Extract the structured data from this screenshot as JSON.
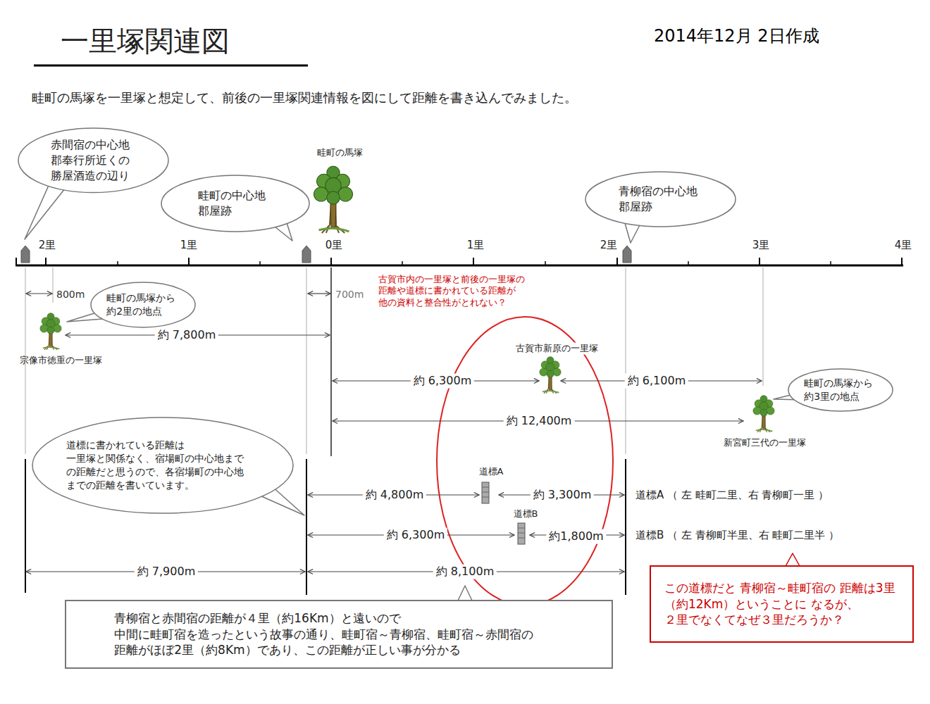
{
  "diagram": {
    "title": "一里塚関連図",
    "nodes": [
      {
        "text": [
          "赤間宿の中心地 郡奉行所近くの 勝屋酒造の辺り"
        ]
      },
      {
        "text": [
          "青柳宿の中心地 郡屋跡"
        ]
      },
      {
        "text": [
          "畦町の中心地 郡屋跡"
        ]
      },
      {
        "text": [
          "畦町の馬塚から 約2里の地点"
        ]
      },
      {
        "text": [
          "畦町の馬塚から 約3里の地点"
        ]
      },
      {
        "text": [
          "道標に書かれている距離は 一里塚と関係なく、宿場町の中心地まで の距離だと思うので、各宿場町の中心地 までの距離を書いています。"
        ]
      },
      {
        "text": [
          "この道標だと 青柳宿～畦町宿の 距離は3里（約12Km）ということに なるが、２里でなくてなぜ３里だろうか？"
        ]
      },
      {
        "text": [
          "青柳宿と赤間宿の距離が４里（約16Km）と遠いので 中間に畦町宿を造ったという故事の通り、畦町宿～青柳宿、畦町宿～赤間宿の 距離がほぼ2里（約8Km）であり、この距離が正しい事が分かる"
        ]
      }
    ],
    "labels": [
      "2014年12月 2日作成",
      "畦町の馬塚を一里塚と想定して、前後の一里塚関連情報を図にして距離を書き込んでみました。",
      "畦町の馬塚",
      "2里",
      "1里",
      "0里",
      "1里",
      "2里",
      "3里",
      "4里",
      "800m",
      "700m",
      "約 7,800m",
      "宗像市徳重の一里塚",
      "古賀市内の一里塚と前後の一里塚の 距離や道標に書かれている距離が 他の資料と整合性がとれない？",
      "古賀市新原の一里塚",
      "約 6,300m",
      "約 6,100m",
      "約 12,400m",
      "新宮町三代の一里塚",
      "道標A",
      "約 4,800m",
      "約 3,300m",
      "道標A （ 左 畦町二里、右 青柳町一里 ）",
      "道標B",
      "約 6,300m",
      "約1,800m",
      "道標B （ 左 青柳町半里、右 畦町二里半 ）",
      "約 7,900m",
      "約 8,100m"
    ]
  }
}
